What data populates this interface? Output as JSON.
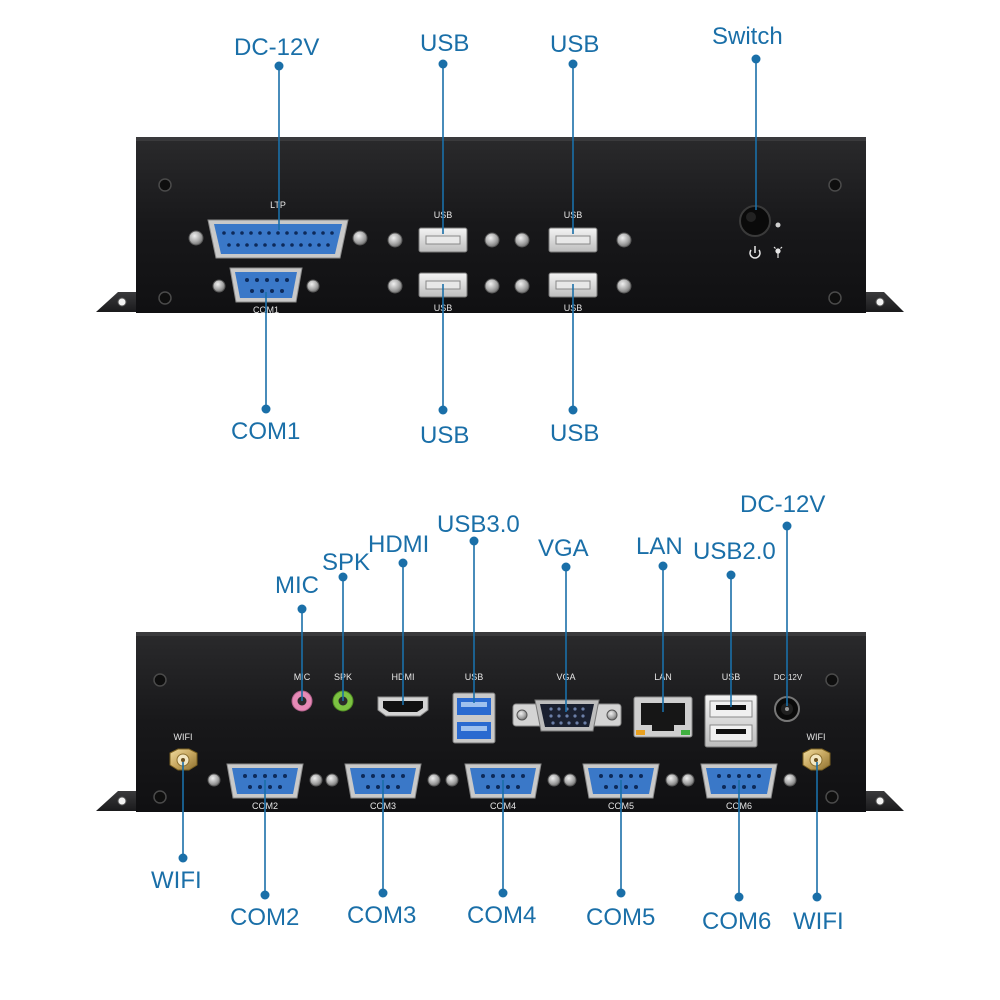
{
  "colors": {
    "callout": "#1a6fa8",
    "chassis": "#1b1b1d",
    "serial_port": "#3a78c8",
    "mic_jack": "#e68ab6",
    "spk_jack": "#7cc242"
  },
  "top_panel": {
    "callouts": {
      "dc12v": "DC-12V",
      "usb_top_left": "USB",
      "usb_top_right": "USB",
      "switch": "Switch",
      "com1": "COM1",
      "usb_bottom_left": "USB",
      "usb_bottom_right": "USB"
    },
    "silkscreen": {
      "ltp": "LTP",
      "com1": "COM1",
      "usb_tl": "USB",
      "usb_tr": "USB",
      "usb_bl": "USB",
      "usb_br": "USB"
    },
    "icons": [
      "power-icon",
      "led-indicator-icon"
    ]
  },
  "bottom_panel": {
    "callouts": {
      "mic": "MIC",
      "spk": "SPK",
      "hdmi": "HDMI",
      "usb30": "USB3.0",
      "vga": "VGA",
      "lan": "LAN",
      "usb20": "USB2.0",
      "dc12v": "DC-12V",
      "wifi_left": "WIFI",
      "com2": "COM2",
      "com3": "COM3",
      "com4": "COM4",
      "com5": "COM5",
      "com6": "COM6",
      "wifi_right": "WIFI"
    },
    "silkscreen": {
      "mic": "MIC",
      "spk": "SPK",
      "hdmi": "HDMI",
      "usb": "USB",
      "vga": "VGA",
      "lan": "LAN",
      "usb2": "USB",
      "dc": "DC-12V",
      "wifi_left": "WIFI",
      "wifi_right": "WIFI",
      "com2": "COM2",
      "com3": "COM3",
      "com4": "COM4",
      "com5": "COM5",
      "com6": "COM6"
    }
  }
}
